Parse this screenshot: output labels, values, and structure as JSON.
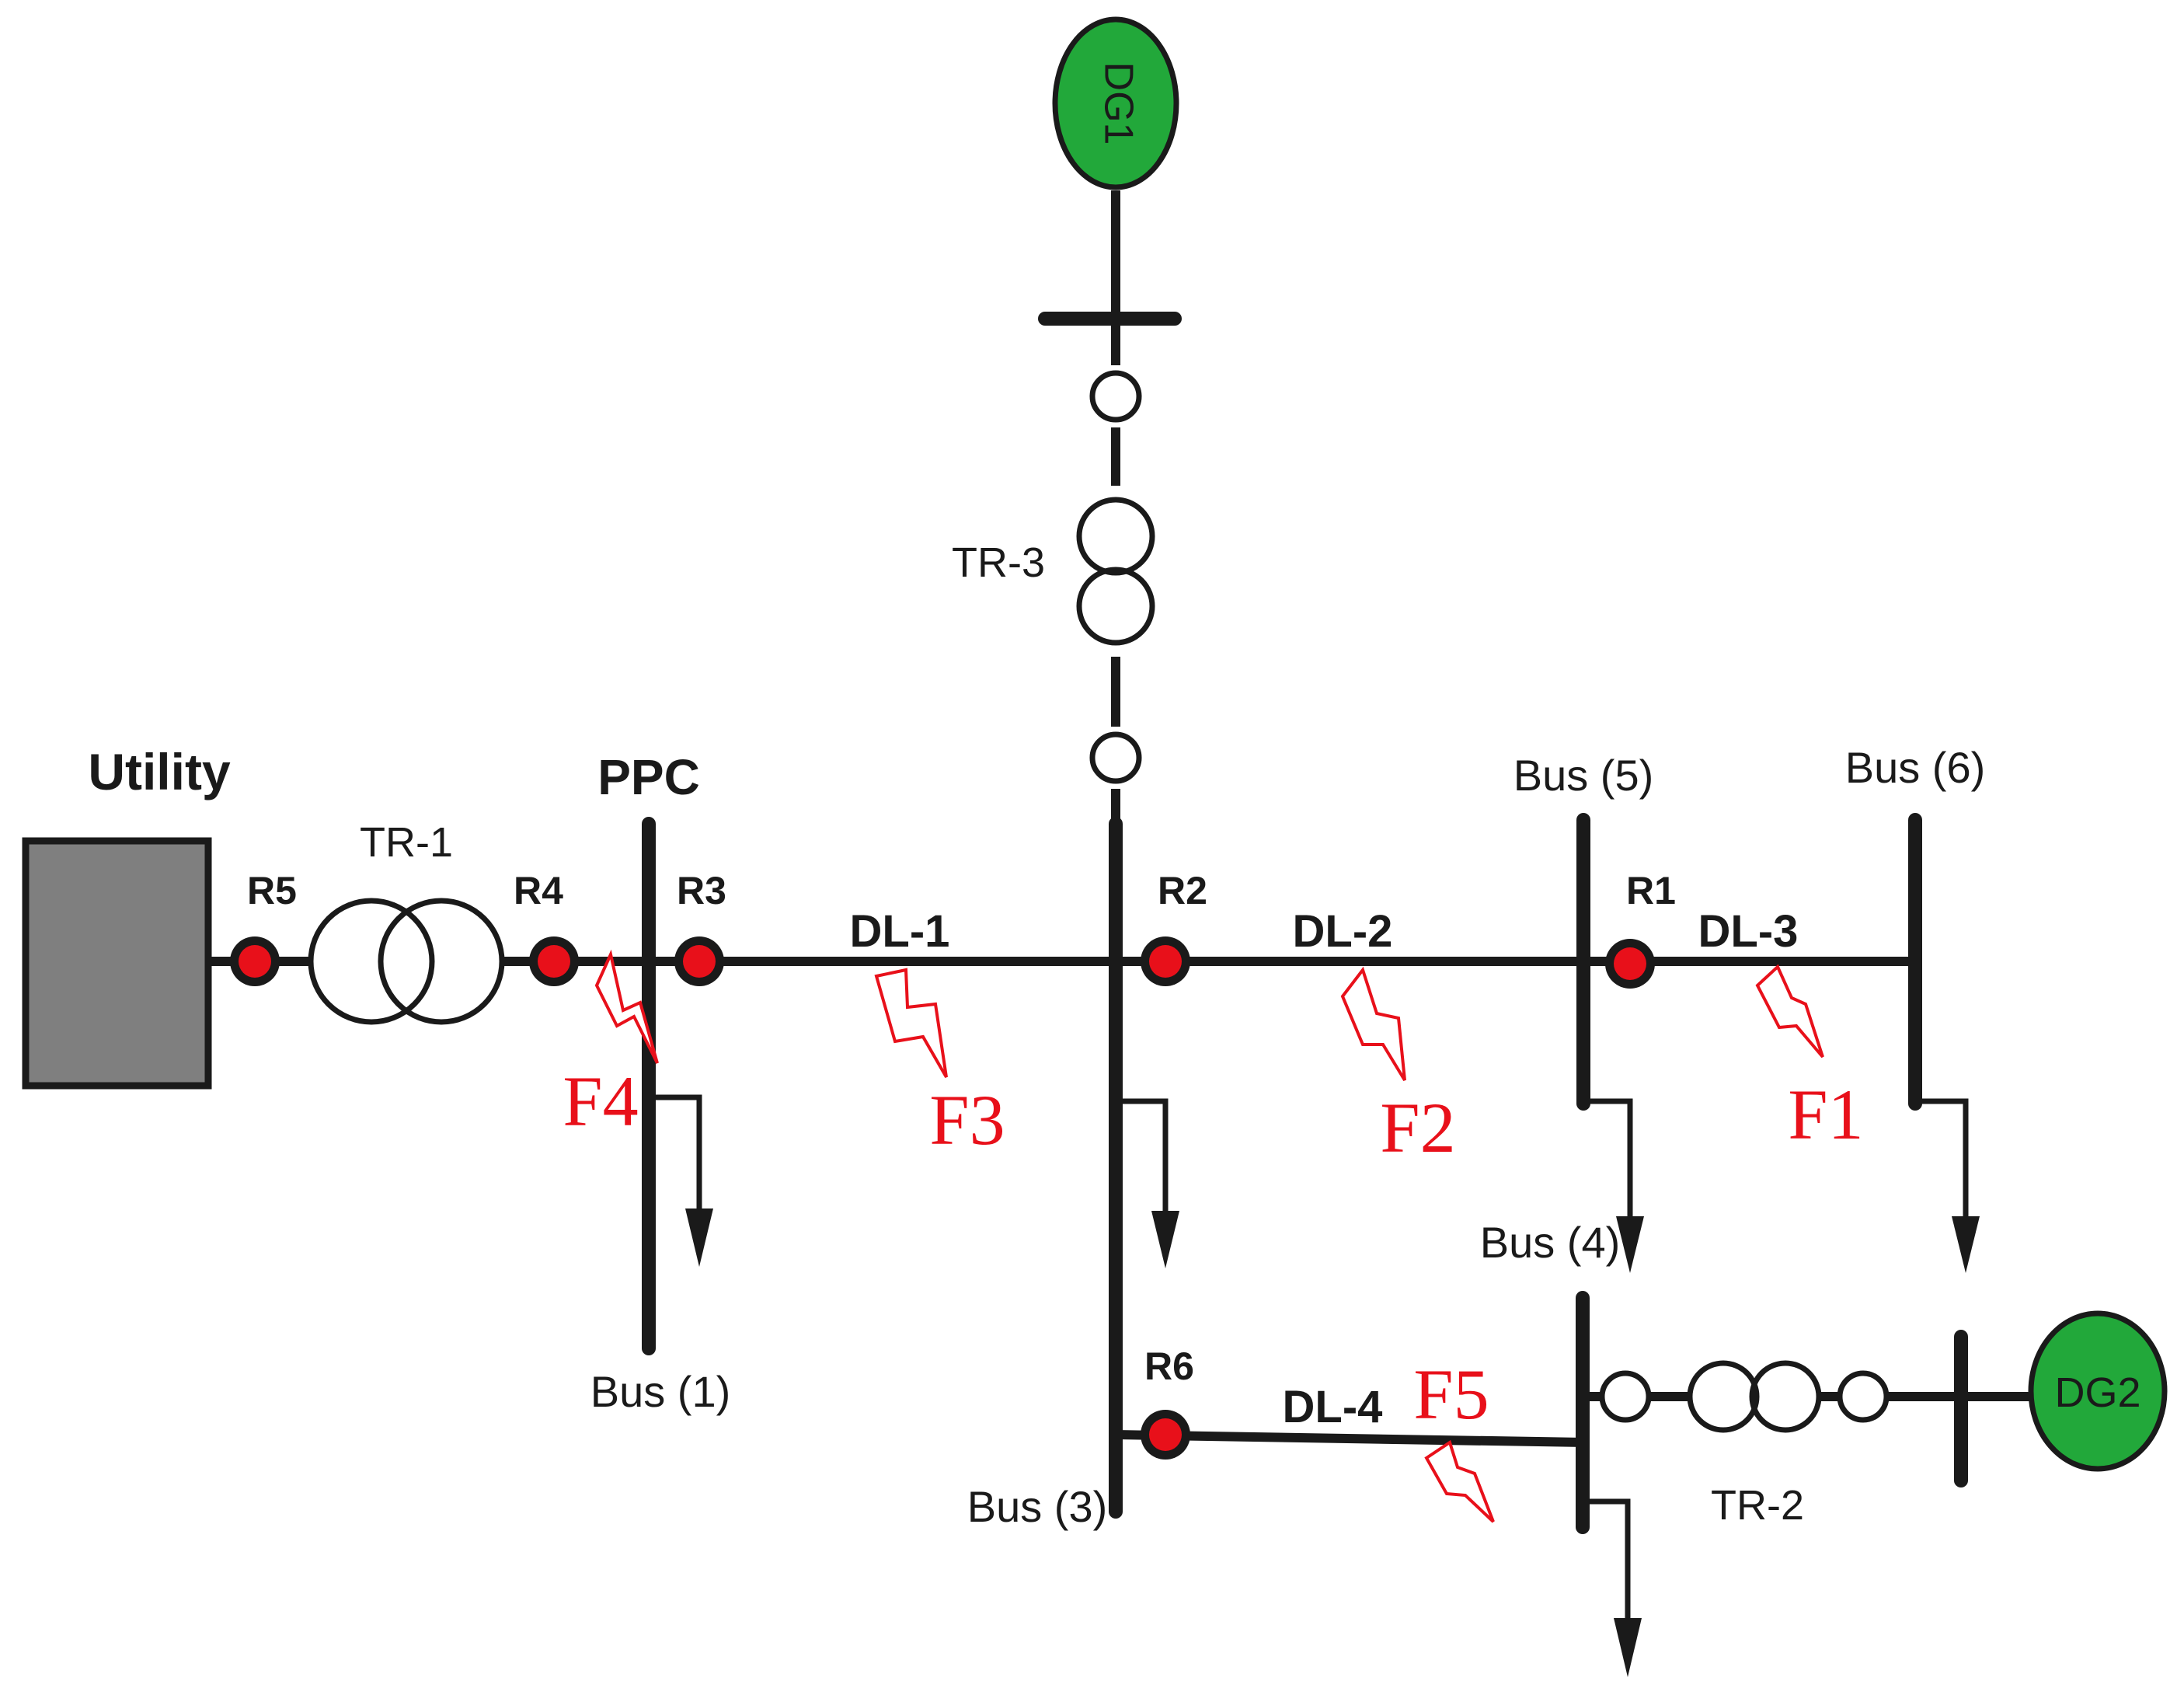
{
  "colors": {
    "relay": "#e8101a",
    "fault": "#e8101a",
    "generator": "#22a83a",
    "utility": "#7f7f7f",
    "line": "#1a1a1a"
  },
  "labels": {
    "utility": "Utility",
    "ppc": "PPC",
    "tr1": "TR-1",
    "tr2": "TR-2",
    "tr3": "TR-3",
    "dg1": "DG1",
    "dg2": "DG2",
    "dl1": "DL-1",
    "dl2": "DL-2",
    "dl3": "DL-3",
    "dl4": "DL-4",
    "bus1": "Bus (1)",
    "bus3": "Bus (3)",
    "bus4": "Bus (4)",
    "bus5": "Bus (5)",
    "bus6": "Bus (6)"
  },
  "relays": [
    "R1",
    "R2",
    "R3",
    "R4",
    "R5",
    "R6"
  ],
  "faults": [
    "F1",
    "F2",
    "F3",
    "F4",
    "F5"
  ]
}
